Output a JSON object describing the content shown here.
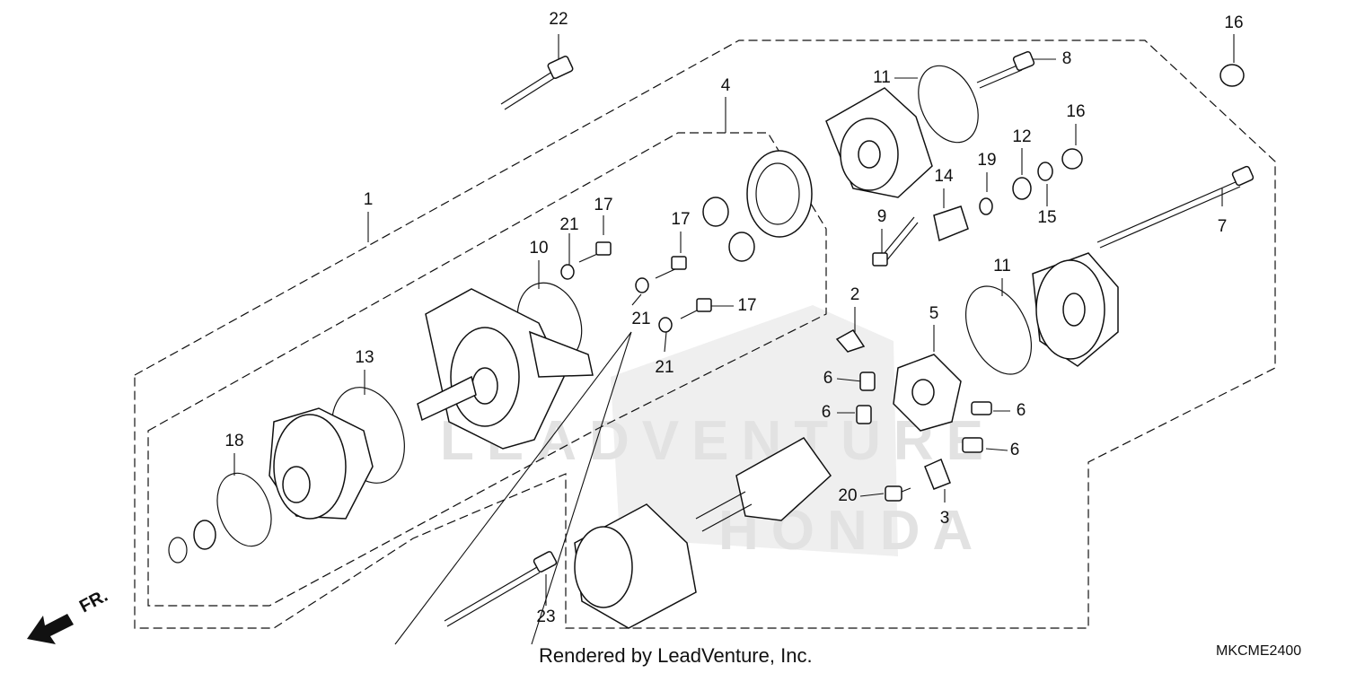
{
  "diagram": {
    "code": "MKCME2400",
    "credit": "Rendered by LeadVenture, Inc.",
    "direction_label": "FR.",
    "callouts": {
      "c1": "1",
      "c2": "2",
      "c3": "3",
      "c4": "4",
      "c5": "5",
      "c6a": "6",
      "c6b": "6",
      "c6c": "6",
      "c6d": "6",
      "c7": "7",
      "c8": "8",
      "c9": "9",
      "c10": "10",
      "c11a": "11",
      "c11b": "11",
      "c12": "12",
      "c13": "13",
      "c14": "14",
      "c15": "15",
      "c16a": "16",
      "c16b": "16",
      "c17a": "17",
      "c17b": "17",
      "c17c": "17",
      "c18": "18",
      "c19": "19",
      "c20": "20",
      "c21a": "21",
      "c21b": "21",
      "c21c": "21",
      "c22": "22",
      "c23": "23"
    }
  }
}
